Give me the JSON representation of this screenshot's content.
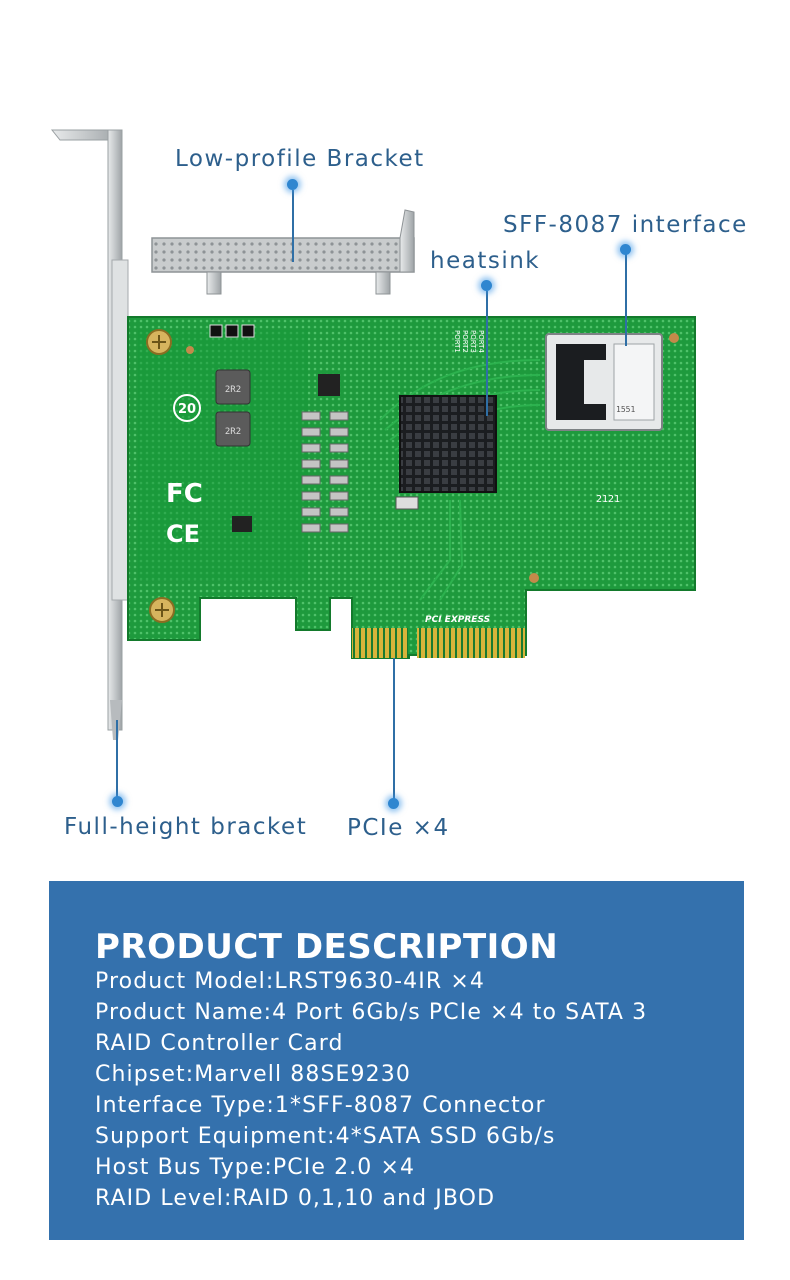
{
  "callouts": {
    "low_profile_bracket": "Low-profile Bracket",
    "sff_8087_interface": "SFF-8087 interface",
    "heatsink": "heatsink",
    "full_height_bracket": "Full-height bracket",
    "pcie_x4": "PCIe ×4"
  },
  "board_markings": {
    "pci_express_logo": "PCI EXPRESS",
    "inductor_1": "2R2",
    "inductor_2": "2R2",
    "year_mark": "20",
    "fc_mark": "FC",
    "ce_mark": "CE",
    "port_labels": [
      "PORT1",
      "PORT2",
      "PORT3",
      "PORT4"
    ],
    "date_code": "2121",
    "connector_label": "1551"
  },
  "description": {
    "title": "PRODUCT  DESCRIPTION",
    "lines": [
      "Product Model:LRST9630-4IR ×4",
      "Product Name:4 Port 6Gb/s PCIe ×4 to SATA 3",
      "RAID Controller Card",
      "Chipset:Marvell 88SE9230",
      "Interface Type:1*SFF-8087 Connector",
      "Support Equipment:4*SATA SSD 6Gb/s",
      "Host Bus Type:PCIe 2.0 ×4",
      "RAID Level:RAID 0,1,10 and JBOD"
    ]
  },
  "colors": {
    "callout_text": "#2d5f8c",
    "callout_dot": "#2f86d0",
    "panel_background": "#3471ad",
    "pcb_green": "#1f9a3c",
    "gold_fingers": "#d8b43a"
  }
}
